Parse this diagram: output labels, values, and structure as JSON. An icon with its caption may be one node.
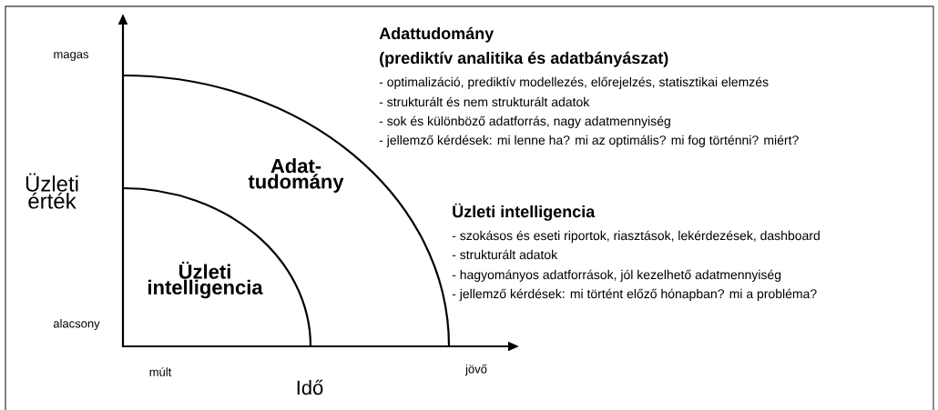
{
  "diagram": {
    "labels": [
      "magas",
      "Üzleti érték",
      "alacsony",
      "múlt",
      "Idő",
      "jövő",
      "Adat- tudomány",
      "Üzleti intelligencia",
      "Adattudomány",
      "(prediktív analitika és adatbányászat)",
      "- optimalizáció, prediktív modellezés, előrejelzés, statisztikai elemzés",
      "- strukturált és nem strukturált adatok",
      "- sok és különböző adatforrás, nagy adatmennyiség",
      "- jellemző kérdések: mi lenne ha? mi az optimális? mi fog történni? miért?",
      "Üzleti intelligencia",
      "- szokásos és eseti riportok, riasztások, lekérdezések, dashboard",
      "- strukturált adatok",
      "- hagyományos adatforrások, jól kezelhető adatmennyiség",
      "- jellemző kérdések: mi történt előző hónapban? mi a probléma?"
    ]
  }
}
